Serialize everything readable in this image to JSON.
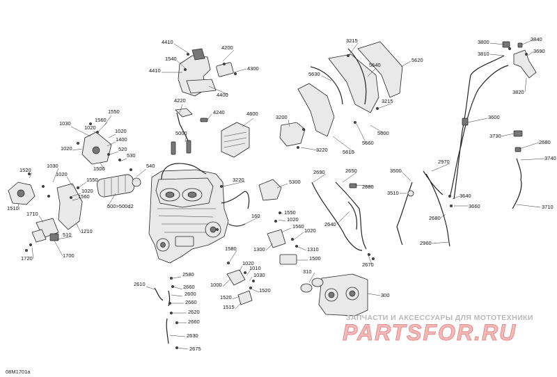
{
  "diagram": {
    "document_id": "08M1701a",
    "watermark": {
      "tagline": "ЗАПЧАСТИ И АКСЕССУАРЫ ДЛЯ МОТОТЕХНИКИ",
      "brand": "PARTSFOR.RU"
    },
    "callouts": [
      {
        "id": "c4410a",
        "text": "4410"
      },
      {
        "id": "c1540",
        "text": "1540"
      },
      {
        "id": "c4410b",
        "text": "4410"
      },
      {
        "id": "c4200",
        "text": "4200"
      },
      {
        "id": "c4300",
        "text": "4300"
      },
      {
        "id": "c4400",
        "text": "4400"
      },
      {
        "id": "c4220",
        "text": "4220"
      },
      {
        "id": "c4240",
        "text": "4240"
      },
      {
        "id": "c5000",
        "text": "5000"
      },
      {
        "id": "c4600",
        "text": "4600"
      },
      {
        "id": "c3200",
        "text": "3200"
      },
      {
        "id": "c3220a",
        "text": "3220"
      },
      {
        "id": "c3220b",
        "text": "3220"
      },
      {
        "id": "c5300",
        "text": "5300"
      },
      {
        "id": "c160",
        "text": "160"
      },
      {
        "id": "c3215a",
        "text": "3215"
      },
      {
        "id": "c5640",
        "text": "5640"
      },
      {
        "id": "c5620",
        "text": "5620"
      },
      {
        "id": "c5630",
        "text": "5630"
      },
      {
        "id": "c3215b",
        "text": "3215"
      },
      {
        "id": "c5600",
        "text": "5600"
      },
      {
        "id": "c5660",
        "text": "5660"
      },
      {
        "id": "c5610",
        "text": "5610"
      },
      {
        "id": "c1550a",
        "text": "1550"
      },
      {
        "id": "c1030a",
        "text": "1030"
      },
      {
        "id": "c1560a",
        "text": "1560"
      },
      {
        "id": "c1020a",
        "text": "1020"
      },
      {
        "id": "c1020b",
        "text": "1020"
      },
      {
        "id": "c1400",
        "text": "1400"
      },
      {
        "id": "c1020c",
        "text": "1020"
      },
      {
        "id": "c520",
        "text": "520"
      },
      {
        "id": "c530",
        "text": "530"
      },
      {
        "id": "c1500a",
        "text": "1500"
      },
      {
        "id": "c540",
        "text": "540"
      },
      {
        "id": "c1520a",
        "text": "1520"
      },
      {
        "id": "c1030b",
        "text": "1030"
      },
      {
        "id": "c1020d",
        "text": "1020"
      },
      {
        "id": "c1550b",
        "text": "1550"
      },
      {
        "id": "c1020e",
        "text": "1020"
      },
      {
        "id": "c1560b",
        "text": "1560"
      },
      {
        "id": "c500",
        "text": "500>500d2"
      },
      {
        "id": "c1510",
        "text": "1510"
      },
      {
        "id": "c1710",
        "text": "1710"
      },
      {
        "id": "c1210",
        "text": "1210"
      },
      {
        "id": "c510",
        "text": "510"
      },
      {
        "id": "c1720",
        "text": "1720"
      },
      {
        "id": "c1700",
        "text": "1700"
      },
      {
        "id": "c1550c",
        "text": "1550"
      },
      {
        "id": "c1020f",
        "text": "1020"
      },
      {
        "id": "c1560c",
        "text": "1560"
      },
      {
        "id": "c1020g",
        "text": "1020"
      },
      {
        "id": "c1300",
        "text": "1300"
      },
      {
        "id": "c1310",
        "text": "1310"
      },
      {
        "id": "c1500b",
        "text": "1500"
      },
      {
        "id": "c1580",
        "text": "1580"
      },
      {
        "id": "c1020h",
        "text": "1020"
      },
      {
        "id": "c1010",
        "text": "1010"
      },
      {
        "id": "c1030c",
        "text": "1030"
      },
      {
        "id": "c1000",
        "text": "1000"
      },
      {
        "id": "c1520b",
        "text": "1520"
      },
      {
        "id": "c1520c",
        "text": "1520"
      },
      {
        "id": "c1515",
        "text": "1515"
      },
      {
        "id": "c2580",
        "text": "2580"
      },
      {
        "id": "c2610",
        "text": "2610"
      },
      {
        "id": "c2660a",
        "text": "2660"
      },
      {
        "id": "c2600",
        "text": "2600"
      },
      {
        "id": "c2660b",
        "text": "2660"
      },
      {
        "id": "c2620",
        "text": "2620"
      },
      {
        "id": "c2660c",
        "text": "2660"
      },
      {
        "id": "c2630",
        "text": "2630"
      },
      {
        "id": "c2675",
        "text": "2675"
      },
      {
        "id": "c2690",
        "text": "2690"
      },
      {
        "id": "c2650",
        "text": "2650"
      },
      {
        "id": "c2680a",
        "text": "2680"
      },
      {
        "id": "c2640",
        "text": "2640"
      },
      {
        "id": "c2670",
        "text": "2670"
      },
      {
        "id": "c310",
        "text": "310"
      },
      {
        "id": "c300",
        "text": "300"
      },
      {
        "id": "c3500",
        "text": "3500"
      },
      {
        "id": "c3510",
        "text": "3510"
      },
      {
        "id": "c2970",
        "text": "2970"
      },
      {
        "id": "c2680b",
        "text": "2680"
      },
      {
        "id": "c2960",
        "text": "2960"
      },
      {
        "id": "c3640",
        "text": "3640"
      },
      {
        "id": "c3660",
        "text": "3660"
      },
      {
        "id": "c3600",
        "text": "3600"
      },
      {
        "id": "c3730",
        "text": "3730"
      },
      {
        "id": "c2680c",
        "text": "2680"
      },
      {
        "id": "c3740",
        "text": "3740"
      },
      {
        "id": "c3710",
        "text": "3710"
      },
      {
        "id": "c3800",
        "text": "3800"
      },
      {
        "id": "c3840",
        "text": "3840"
      },
      {
        "id": "c3810",
        "text": "3810"
      },
      {
        "id": "c3690",
        "text": "3690"
      },
      {
        "id": "c3820",
        "text": "3820"
      }
    ]
  }
}
